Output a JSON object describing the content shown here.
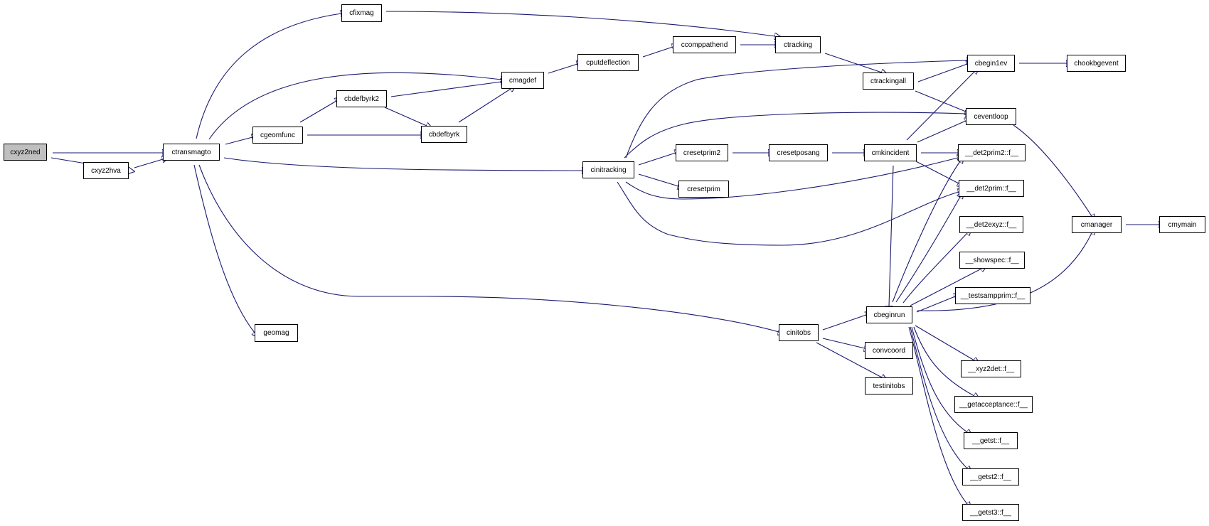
{
  "colors": {
    "edge": "#191970",
    "node_border": "#000000",
    "root_fill": "#bfbfbf",
    "node_fill": "#ffffff"
  },
  "nodes": {
    "cxyz2ned": "cxyz2ned",
    "cxyz2hva": "cxyz2hva",
    "ctransmagto": "ctransmagto",
    "cfixmag": "cfixmag",
    "cgeomfunc": "cgeomfunc",
    "cbdefbyrk2": "cbdefbyrk2",
    "cbdefbyrk": "cbdefbyrk",
    "cmagdef": "cmagdef",
    "cputdeflection": "cputdeflection",
    "ccomppathend": "ccomppathend",
    "ctracking": "ctracking",
    "ctrackingall": "ctrackingall",
    "cbegin1ev": "cbegin1ev",
    "chookbgevent": "chookbgevent",
    "ceventloop": "ceventloop",
    "cinitracking": "cinitracking",
    "cresetprim2": "cresetprim2",
    "cresetposang": "cresetposang",
    "cmkincident": "cmkincident",
    "cresetprim": "cresetprim",
    "det2prim2": "__det2prim2::f__",
    "det2prim": "__det2prim::f__",
    "det2exyz": "__det2exyz::f__",
    "showspec": "__showspec::f__",
    "testsampprim": "__testsampprim::f__",
    "cbeginrun": "cbeginrun",
    "cinitobs": "cinitobs",
    "convcoord": "convcoord",
    "testinitobs": "testinitobs",
    "xyz2det": "__xyz2det::f__",
    "getacceptance": "__getacceptance::f__",
    "getst": "__getst::f__",
    "getst2": "__getst2::f__",
    "getst3": "__getst3::f__",
    "cmanager": "cmanager",
    "cmymain": "cmymain",
    "geomag": "geomag"
  }
}
